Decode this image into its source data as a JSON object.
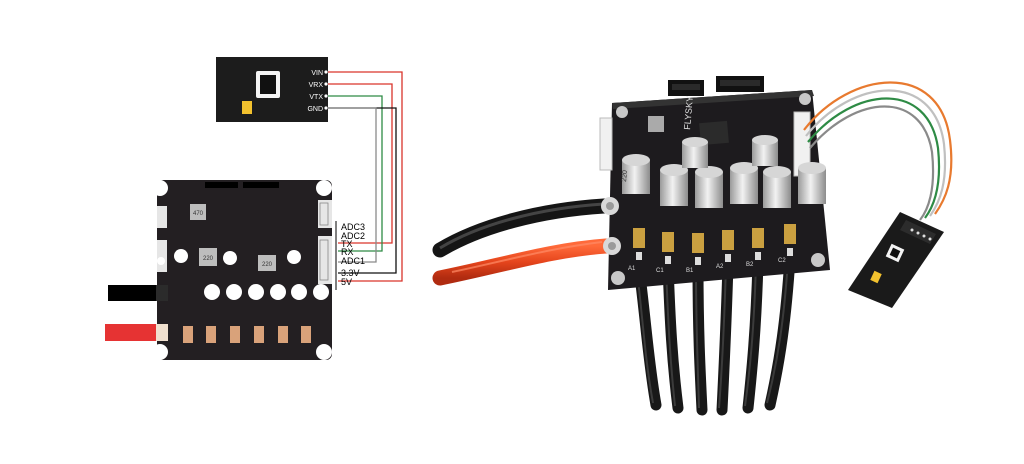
{
  "module_pins": {
    "vin": "VIN",
    "vrx": "VRX",
    "vtx": "VTX",
    "gnd": "GND"
  },
  "board_pins": {
    "adc3": "ADC3",
    "adc2": "ADC2",
    "tx": "TX",
    "rx": "RX",
    "adc1": "ADC1",
    "v33": "3.3V",
    "v5": "5V"
  },
  "diagram_parts": {
    "inductor_1": "470",
    "inductor_2": "220",
    "inductor_3": "220"
  },
  "photo_markings": {
    "brand": "FLYSKY",
    "cap_label": "220",
    "pad_labels": [
      "A1",
      "A2",
      "B1",
      "B2",
      "C1",
      "C2"
    ]
  },
  "colors": {
    "board": "#1d1b1e",
    "wire_red": "#d9342b",
    "wire_green": "#2e8b45",
    "wire_gray": "#8a8a8a",
    "wire_black": "#111111",
    "copper_pad": "#d9a27a",
    "gold_pad": "#caa040"
  }
}
